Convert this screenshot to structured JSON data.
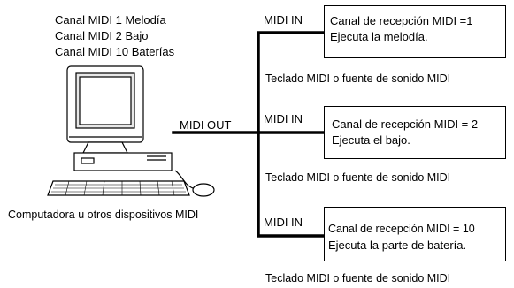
{
  "computer": {
    "channels": [
      "Canal MIDI 1  Melodía",
      "Canal MIDI 2  Bajo",
      "Canal MIDI 10  Baterías"
    ],
    "out_label": "MIDI OUT",
    "caption": "Computadora u otros dispositivos MIDI"
  },
  "receivers": [
    {
      "in_label": "MIDI IN",
      "line1": "Canal de recepción MIDI =1",
      "line2": "Ejecuta la melodía.",
      "device": "Teclado MIDI o fuente de sonido MIDI"
    },
    {
      "in_label": "MIDI IN",
      "line1": "Canal de recepción MIDI = 2",
      "line2": "Ejecuta el bajo.",
      "device": "Teclado MIDI o fuente de sonido MIDI"
    },
    {
      "in_label": "MIDI IN",
      "line1": "Canal de recepción MIDI = 10",
      "line2": "Ejecuta la parte de batería.",
      "device": "Teclado MIDI o fuente de sonido MIDI"
    }
  ],
  "colors": {
    "stroke": "#000000",
    "background": "#ffffff",
    "screen_shade": "#e8e8e8"
  }
}
